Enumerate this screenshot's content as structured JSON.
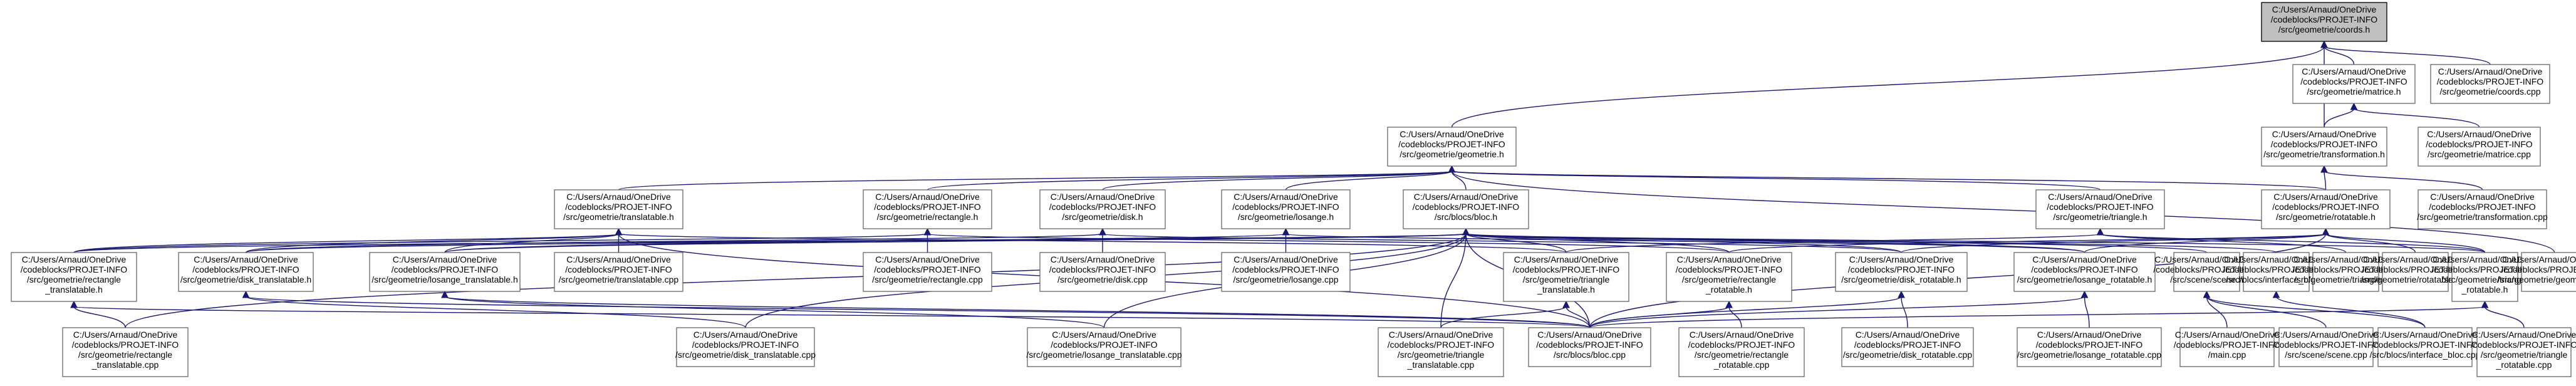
{
  "graph": {
    "title": "",
    "nodes": [
      {
        "id": "coords_h",
        "root": true,
        "lines": [
          "C:/Users/Arnaud/OneDrive",
          "/codeblocks/PROJET-INFO",
          "/src/geometrie/coords.h"
        ]
      },
      {
        "id": "geometrie_h",
        "lines": [
          "C:/Users/Arnaud/OneDrive",
          "/codeblocks/PROJET-INFO",
          "/src/geometrie/geometrie.h"
        ]
      },
      {
        "id": "matrice_h",
        "lines": [
          "C:/Users/Arnaud/OneDrive",
          "/codeblocks/PROJET-INFO",
          "/src/geometrie/matrice.h"
        ]
      },
      {
        "id": "coords_cpp",
        "lines": [
          "C:/Users/Arnaud/OneDrive",
          "/codeblocks/PROJET-INFO",
          "/src/geometrie/coords.cpp"
        ]
      },
      {
        "id": "transformation_h",
        "lines": [
          "C:/Users/Arnaud/OneDrive",
          "/codeblocks/PROJET-INFO",
          "/src/geometrie/transformation.h"
        ]
      },
      {
        "id": "matrice_cpp",
        "lines": [
          "C:/Users/Arnaud/OneDrive",
          "/codeblocks/PROJET-INFO",
          "/src/geometrie/matrice.cpp"
        ]
      },
      {
        "id": "translatable_h",
        "lines": [
          "C:/Users/Arnaud/OneDrive",
          "/codeblocks/PROJET-INFO",
          "/src/geometrie/translatable.h"
        ]
      },
      {
        "id": "rectangle_h",
        "lines": [
          "C:/Users/Arnaud/OneDrive",
          "/codeblocks/PROJET-INFO",
          "/src/geometrie/rectangle.h"
        ]
      },
      {
        "id": "disk_h",
        "lines": [
          "C:/Users/Arnaud/OneDrive",
          "/codeblocks/PROJET-INFO",
          "/src/geometrie/disk.h"
        ]
      },
      {
        "id": "losange_h",
        "lines": [
          "C:/Users/Arnaud/OneDrive",
          "/codeblocks/PROJET-INFO",
          "/src/geometrie/losange.h"
        ]
      },
      {
        "id": "bloc_h",
        "lines": [
          "C:/Users/Arnaud/OneDrive",
          "/codeblocks/PROJET-INFO",
          "/src/blocs/bloc.h"
        ]
      },
      {
        "id": "triangle_h",
        "lines": [
          "C:/Users/Arnaud/OneDrive",
          "/codeblocks/PROJET-INFO",
          "/src/geometrie/triangle.h"
        ]
      },
      {
        "id": "rotatable_h",
        "lines": [
          "C:/Users/Arnaud/OneDrive",
          "/codeblocks/PROJET-INFO",
          "/src/geometrie/rotatable.h"
        ]
      },
      {
        "id": "transformation_cpp",
        "lines": [
          "C:/Users/Arnaud/OneDrive",
          "/codeblocks/PROJET-INFO",
          "/src/geometrie/transformation.cpp"
        ]
      },
      {
        "id": "rectangle_translatable_h",
        "lines": [
          "C:/Users/Arnaud/OneDrive",
          "/codeblocks/PROJET-INFO",
          "/src/geometrie/rectangle",
          "_translatable.h"
        ]
      },
      {
        "id": "disk_translatable_h",
        "lines": [
          "C:/Users/Arnaud/OneDrive",
          "/codeblocks/PROJET-INFO",
          "/src/geometrie/disk_translatable.h"
        ]
      },
      {
        "id": "losange_translatable_h",
        "lines": [
          "C:/Users/Arnaud/OneDrive",
          "/codeblocks/PROJET-INFO",
          "/src/geometrie/losange_translatable.h"
        ]
      },
      {
        "id": "translatable_cpp",
        "lines": [
          "C:/Users/Arnaud/OneDrive",
          "/codeblocks/PROJET-INFO",
          "/src/geometrie/translatable.cpp"
        ]
      },
      {
        "id": "rectangle_cpp",
        "lines": [
          "C:/Users/Arnaud/OneDrive",
          "/codeblocks/PROJET-INFO",
          "/src/geometrie/rectangle.cpp"
        ]
      },
      {
        "id": "disk_cpp",
        "lines": [
          "C:/Users/Arnaud/OneDrive",
          "/codeblocks/PROJET-INFO",
          "/src/geometrie/disk.cpp"
        ]
      },
      {
        "id": "losange_cpp",
        "lines": [
          "C:/Users/Arnaud/OneDrive",
          "/codeblocks/PROJET-INFO",
          "/src/geometrie/losange.cpp"
        ]
      },
      {
        "id": "triangle_translatable_h",
        "lines": [
          "C:/Users/Arnaud/OneDrive",
          "/codeblocks/PROJET-INFO",
          "/src/geometrie/triangle",
          "_translatable.h"
        ]
      },
      {
        "id": "rectangle_rotatable_h",
        "lines": [
          "C:/Users/Arnaud/OneDrive",
          "/codeblocks/PROJET-INFO",
          "/src/geometrie/rectangle",
          "_rotatable.h"
        ]
      },
      {
        "id": "disk_rotatable_h",
        "lines": [
          "C:/Users/Arnaud/OneDrive",
          "/codeblocks/PROJET-INFO",
          "/src/geometrie/disk_rotatable.h"
        ]
      },
      {
        "id": "losange_rotatable_h",
        "lines": [
          "C:/Users/Arnaud/OneDrive",
          "/codeblocks/PROJET-INFO",
          "/src/geometrie/losange_rotatable.h"
        ]
      },
      {
        "id": "scene_h",
        "lines": [
          "C:/Users/Arnaud/OneDrive",
          "/codeblocks/PROJET-INFO",
          "/src/scene/scene.h"
        ]
      },
      {
        "id": "interface_bloc_h",
        "lines": [
          "C:/Users/Arnaud/OneDrive",
          "/codeblocks/PROJET-INFO",
          "/src/blocs/interface_bloc.h"
        ]
      },
      {
        "id": "triangle_cpp",
        "lines": [
          "C:/Users/Arnaud/OneDrive",
          "/codeblocks/PROJET-INFO",
          "/src/geometrie/triangle.cpp"
        ]
      },
      {
        "id": "rotatable_cpp",
        "lines": [
          "C:/Users/Arnaud/OneDrive",
          "/codeblocks/PROJET-INFO",
          "/src/geometrie/rotatable.cpp"
        ]
      },
      {
        "id": "triangle_rotatable_h",
        "lines": [
          "C:/Users/Arnaud/OneDrive",
          "/codeblocks/PROJET-INFO",
          "/src/geometrie/triangle",
          "_rotatable.h"
        ]
      },
      {
        "id": "geometrie_cpp",
        "lines": [
          "C:/Users/Arnaud/OneDrive",
          "/codeblocks/PROJET-INFO",
          "/src/geometrie/geometrie.cpp"
        ]
      },
      {
        "id": "rectangle_translatable_cpp",
        "lines": [
          "C:/Users/Arnaud/OneDrive",
          "/codeblocks/PROJET-INFO",
          "/src/geometrie/rectangle",
          "_translatable.cpp"
        ]
      },
      {
        "id": "disk_translatable_cpp",
        "lines": [
          "C:/Users/Arnaud/OneDrive",
          "/codeblocks/PROJET-INFO",
          "/src/geometrie/disk_translatable.cpp"
        ]
      },
      {
        "id": "losange_translatable_cpp",
        "lines": [
          "C:/Users/Arnaud/OneDrive",
          "/codeblocks/PROJET-INFO",
          "/src/geometrie/losange_translatable.cpp"
        ]
      },
      {
        "id": "triangle_translatable_cpp",
        "lines": [
          "C:/Users/Arnaud/OneDrive",
          "/codeblocks/PROJET-INFO",
          "/src/geometrie/triangle",
          "_translatable.cpp"
        ]
      },
      {
        "id": "bloc_cpp",
        "lines": [
          "C:/Users/Arnaud/OneDrive",
          "/codeblocks/PROJET-INFO",
          "/src/blocs/bloc.cpp"
        ]
      },
      {
        "id": "rectangle_rotatable_cpp",
        "lines": [
          "C:/Users/Arnaud/OneDrive",
          "/codeblocks/PROJET-INFO",
          "/src/geometrie/rectangle",
          "_rotatable.cpp"
        ]
      },
      {
        "id": "disk_rotatable_cpp",
        "lines": [
          "C:/Users/Arnaud/OneDrive",
          "/codeblocks/PROJET-INFO",
          "/src/geometrie/disk_rotatable.cpp"
        ]
      },
      {
        "id": "losange_rotatable_cpp",
        "lines": [
          "C:/Users/Arnaud/OneDrive",
          "/codeblocks/PROJET-INFO",
          "/src/geometrie/losange_rotatable.cpp"
        ]
      },
      {
        "id": "main_cpp",
        "lines": [
          "C:/Users/Arnaud/OneDrive",
          "/codeblocks/PROJET-INFO",
          "/main.cpp"
        ]
      },
      {
        "id": "scene_cpp",
        "lines": [
          "C:/Users/Arnaud/OneDrive",
          "/codeblocks/PROJET-INFO",
          "/src/scene/scene.cpp"
        ]
      },
      {
        "id": "interface_bloc_cpp",
        "lines": [
          "C:/Users/Arnaud/OneDrive",
          "/codeblocks/PROJET-INFO",
          "/src/blocs/interface_bloc.cpp"
        ]
      },
      {
        "id": "triangle_rotatable_cpp",
        "lines": [
          "C:/Users/Arnaud/OneDrive",
          "/codeblocks/PROJET-INFO",
          "/src/geometrie/triangle",
          "_rotatable.cpp"
        ]
      }
    ],
    "edges": [
      [
        "coords_h",
        "geometrie_h"
      ],
      [
        "coords_h",
        "matrice_h"
      ],
      [
        "coords_h",
        "coords_cpp"
      ],
      [
        "coords_h",
        "transformation_h"
      ],
      [
        "matrice_h",
        "transformation_h"
      ],
      [
        "matrice_h",
        "matrice_cpp"
      ],
      [
        "transformation_h",
        "rotatable_h"
      ],
      [
        "transformation_h",
        "transformation_cpp"
      ],
      [
        "geometrie_h",
        "translatable_h"
      ],
      [
        "geometrie_h",
        "rectangle_h"
      ],
      [
        "geometrie_h",
        "disk_h"
      ],
      [
        "geometrie_h",
        "losange_h"
      ],
      [
        "geometrie_h",
        "bloc_h"
      ],
      [
        "geometrie_h",
        "triangle_h"
      ],
      [
        "geometrie_h",
        "rotatable_h"
      ],
      [
        "geometrie_h",
        "geometrie_cpp"
      ],
      [
        "translatable_h",
        "rectangle_translatable_h"
      ],
      [
        "translatable_h",
        "disk_translatable_h"
      ],
      [
        "translatable_h",
        "losange_translatable_h"
      ],
      [
        "translatable_h",
        "translatable_cpp"
      ],
      [
        "translatable_h",
        "triangle_translatable_h"
      ],
      [
        "translatable_h",
        "bloc_cpp"
      ],
      [
        "rectangle_h",
        "rectangle_translatable_h"
      ],
      [
        "rectangle_h",
        "rectangle_cpp"
      ],
      [
        "rectangle_h",
        "rectangle_rotatable_h"
      ],
      [
        "disk_h",
        "disk_translatable_h"
      ],
      [
        "disk_h",
        "disk_cpp"
      ],
      [
        "disk_h",
        "disk_rotatable_h"
      ],
      [
        "losange_h",
        "losange_translatable_h"
      ],
      [
        "losange_h",
        "losange_cpp"
      ],
      [
        "losange_h",
        "losange_rotatable_h"
      ],
      [
        "bloc_h",
        "rectangle_translatable_h"
      ],
      [
        "bloc_h",
        "disk_translatable_h"
      ],
      [
        "bloc_h",
        "losange_translatable_h"
      ],
      [
        "bloc_h",
        "triangle_translatable_h"
      ],
      [
        "bloc_h",
        "rectangle_rotatable_h"
      ],
      [
        "bloc_h",
        "disk_rotatable_h"
      ],
      [
        "bloc_h",
        "losange_rotatable_h"
      ],
      [
        "bloc_h",
        "scene_h"
      ],
      [
        "bloc_h",
        "interface_bloc_h"
      ],
      [
        "bloc_h",
        "triangle_rotatable_h"
      ],
      [
        "bloc_h",
        "bloc_cpp"
      ],
      [
        "bloc_h",
        "rectangle_translatable_cpp"
      ],
      [
        "bloc_h",
        "disk_translatable_cpp"
      ],
      [
        "bloc_h",
        "losange_translatable_cpp"
      ],
      [
        "bloc_h",
        "triangle_translatable_cpp"
      ],
      [
        "triangle_h",
        "triangle_translatable_h"
      ],
      [
        "triangle_h",
        "triangle_cpp"
      ],
      [
        "triangle_h",
        "triangle_rotatable_h"
      ],
      [
        "rotatable_h",
        "rectangle_rotatable_h"
      ],
      [
        "rotatable_h",
        "disk_rotatable_h"
      ],
      [
        "rotatable_h",
        "losange_rotatable_h"
      ],
      [
        "rotatable_h",
        "rotatable_cpp"
      ],
      [
        "rotatable_h",
        "triangle_rotatable_h"
      ],
      [
        "rotatable_h",
        "bloc_cpp"
      ],
      [
        "rectangle_translatable_h",
        "rectangle_translatable_cpp"
      ],
      [
        "rectangle_translatable_h",
        "bloc_cpp"
      ],
      [
        "disk_translatable_h",
        "disk_translatable_cpp"
      ],
      [
        "disk_translatable_h",
        "bloc_cpp"
      ],
      [
        "losange_translatable_h",
        "losange_translatable_cpp"
      ],
      [
        "losange_translatable_h",
        "bloc_cpp"
      ],
      [
        "triangle_translatable_h",
        "triangle_translatable_cpp"
      ],
      [
        "triangle_translatable_h",
        "bloc_cpp"
      ],
      [
        "rectangle_rotatable_h",
        "rectangle_rotatable_cpp"
      ],
      [
        "rectangle_rotatable_h",
        "bloc_cpp"
      ],
      [
        "disk_rotatable_h",
        "disk_rotatable_cpp"
      ],
      [
        "disk_rotatable_h",
        "bloc_cpp"
      ],
      [
        "losange_rotatable_h",
        "losange_rotatable_cpp"
      ],
      [
        "losange_rotatable_h",
        "bloc_cpp"
      ],
      [
        "scene_h",
        "main_cpp"
      ],
      [
        "scene_h",
        "scene_cpp"
      ],
      [
        "scene_h",
        "interface_bloc_cpp"
      ],
      [
        "interface_bloc_h",
        "interface_bloc_cpp"
      ],
      [
        "triangle_rotatable_h",
        "triangle_rotatable_cpp"
      ],
      [
        "triangle_rotatable_h",
        "bloc_cpp"
      ]
    ],
    "colors": {
      "edge": "#191970",
      "node_border": "#666666",
      "root_fill": "#bfbfbf",
      "root_border": "#000000",
      "node_fill": "#ffffff",
      "text": "#000000"
    }
  }
}
